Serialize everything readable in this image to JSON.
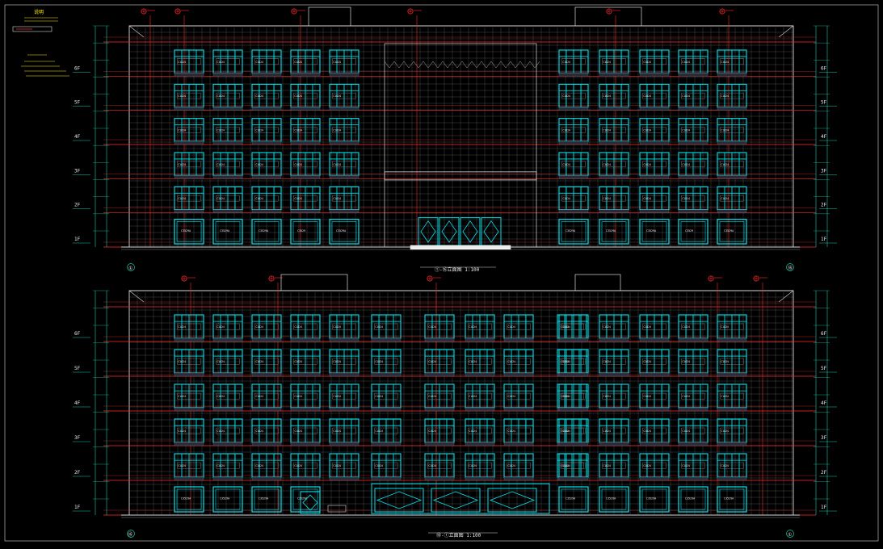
{
  "colors": {
    "background": "#000000",
    "facade_line": "#d8d8d8",
    "grid_line": "#8a8a8a",
    "window": "#00e5ee",
    "level_line": "#ff2a2a",
    "dimension": "#18c8a8",
    "text": "#e8e8e8",
    "note_text": "#ffee00",
    "accent_magenta": "#d040d0"
  },
  "floor_labels": [
    "1F",
    "2F",
    "3F",
    "4F",
    "5F",
    "6F"
  ],
  "top_elevation": {
    "title": "①-⑯立面图 1:100",
    "grid_left": "①",
    "grid_right": "⑯",
    "window_tags_upper": [
      "C1824",
      "C1824",
      "C1824",
      "C1824",
      "C1824"
    ],
    "window_tags_ground": [
      "C3529A",
      "C3529A",
      "C3529A",
      "C3529",
      "C3529A"
    ]
  },
  "bottom_elevation": {
    "title": "⑯-①立面图 1:100",
    "grid_left": "⑯",
    "grid_right": "①",
    "window_tags_upper": [
      "C1824",
      "C1824",
      "C1824",
      "C1824",
      "C1824"
    ],
    "window_tags_ground": [
      "C3529A",
      "C3529A",
      "C3529A",
      "C3529A",
      "C3529A"
    ]
  },
  "legend": {
    "heading": "说明",
    "note_lines": [
      "",
      "",
      "",
      ""
    ]
  },
  "icons": {
    "section_marker": "circle-cross-icon",
    "grid_bubble": "circle-icon"
  }
}
